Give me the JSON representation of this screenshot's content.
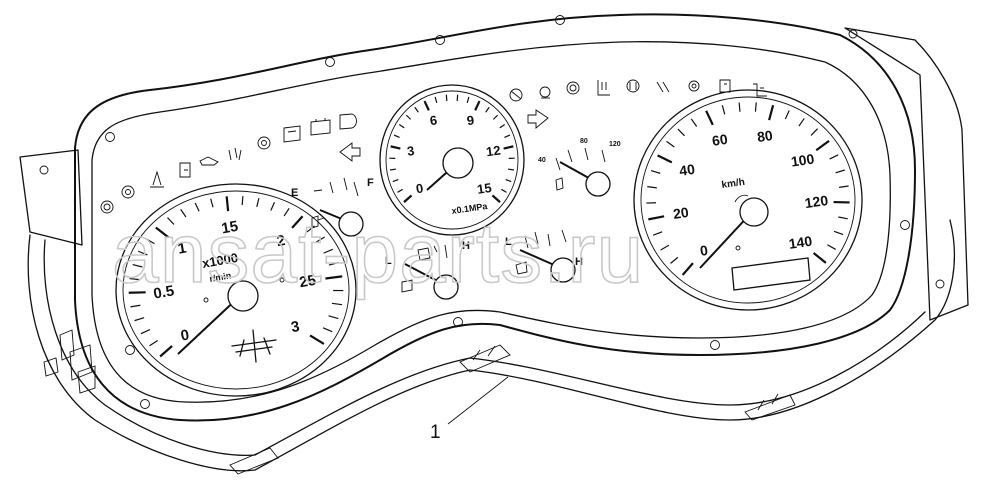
{
  "watermark": "ansat-parts.ru",
  "callout": "1",
  "gauges": {
    "tachometer": {
      "unit_top": "x1000",
      "unit_bottom": "r/min",
      "labels": [
        "0",
        "0.5",
        "1",
        "15",
        "2",
        "25",
        "3"
      ]
    },
    "pressure": {
      "unit": "x0.1MPa",
      "labels": [
        "0",
        "3",
        "6",
        "9",
        "12",
        "15"
      ]
    },
    "speedometer": {
      "unit": "km/h",
      "labels": [
        "0",
        "20",
        "40",
        "60",
        "80",
        "100",
        "120",
        "140"
      ]
    },
    "fuel": {
      "low": "E",
      "high": "F"
    },
    "oil": {
      "low": "L",
      "high": "H"
    },
    "temp_mid": {
      "low": "L",
      "high": "H"
    },
    "temp_small": {
      "labels": [
        "40",
        "80",
        "120"
      ]
    }
  }
}
